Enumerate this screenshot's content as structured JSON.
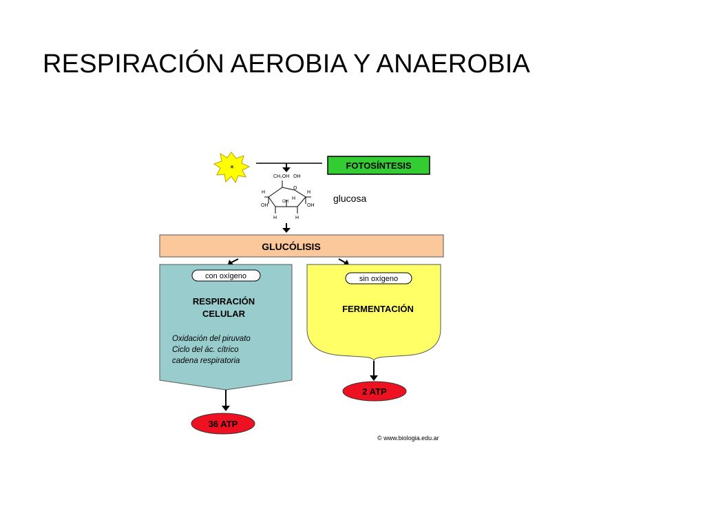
{
  "slide": {
    "title": "RESPIRACIÓN AEROBIA Y ANAEROBIA"
  },
  "diagram": {
    "photosynthesis_label": "FOTOSÍNTESIS",
    "glucose_label": "glucosa",
    "glucose_structure": {
      "ch2oh": "CH₂OH",
      "h": "H",
      "oh": "OH",
      "o": "O"
    },
    "glycolysis_label": "GLUCÓLISIS",
    "aerobic": {
      "condition": "con oxígeno",
      "title_line1": "RESPIRACIÓN",
      "title_line2": "CELULAR",
      "steps": [
        "Oxidación del piruvato",
        "Ciclo del ác. cítrico",
        "cadena respiratoria"
      ],
      "yield": "36 ATP"
    },
    "anaerobic": {
      "condition": "sin oxígeno",
      "title": "FERMENTACIÓN",
      "yield": "2 ATP"
    },
    "credit": "© www.biologia.edu.ar"
  },
  "colors": {
    "photosynthesis_fill": "#33cc33",
    "glycolysis_fill": "#fbc89c",
    "aerobic_fill": "#99cccc",
    "anaerobic_fill": "#ffff66",
    "atp_fill": "#ee1122",
    "sun_fill": "#ffff00"
  },
  "icons": {
    "sun": "sun-icon",
    "glucose": "glucose-ring-icon"
  }
}
